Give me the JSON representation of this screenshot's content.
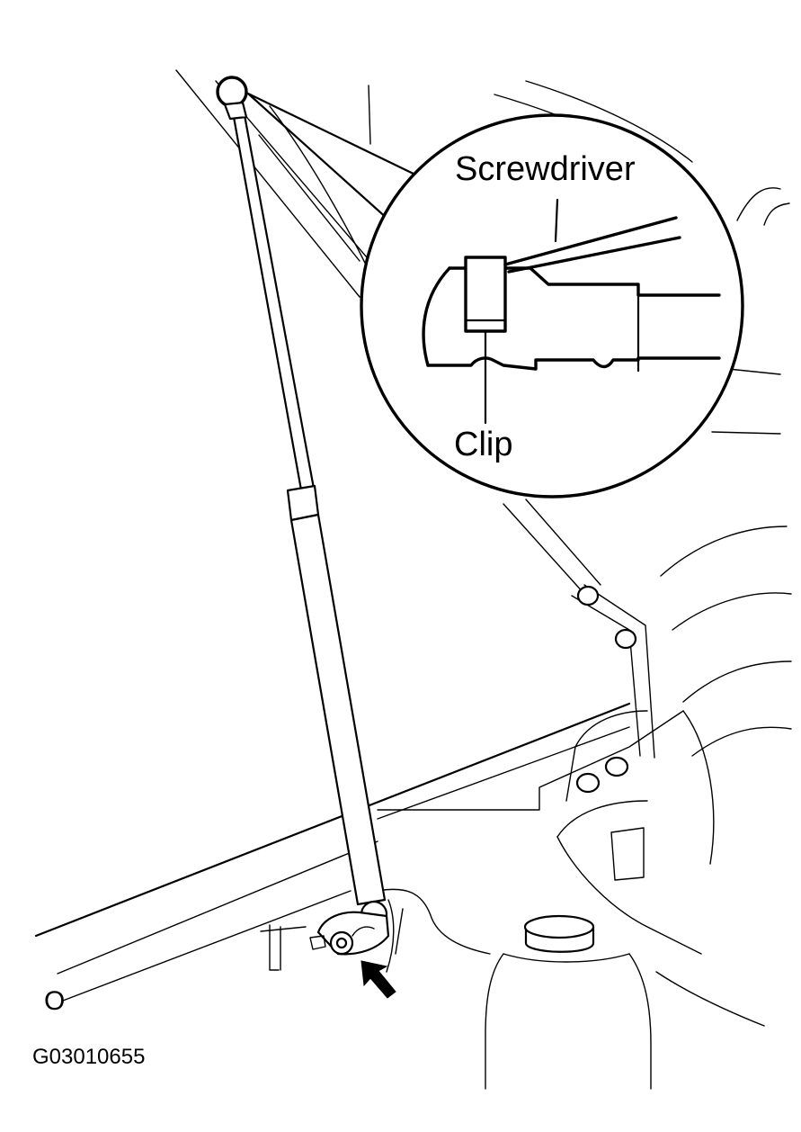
{
  "diagram": {
    "callouts": {
      "screwdriver": "Screwdriver",
      "clip": "Clip"
    },
    "side_marker": "O",
    "figure_id": "G03010655"
  },
  "colors": {
    "line": "#000000",
    "background": "#ffffff"
  }
}
